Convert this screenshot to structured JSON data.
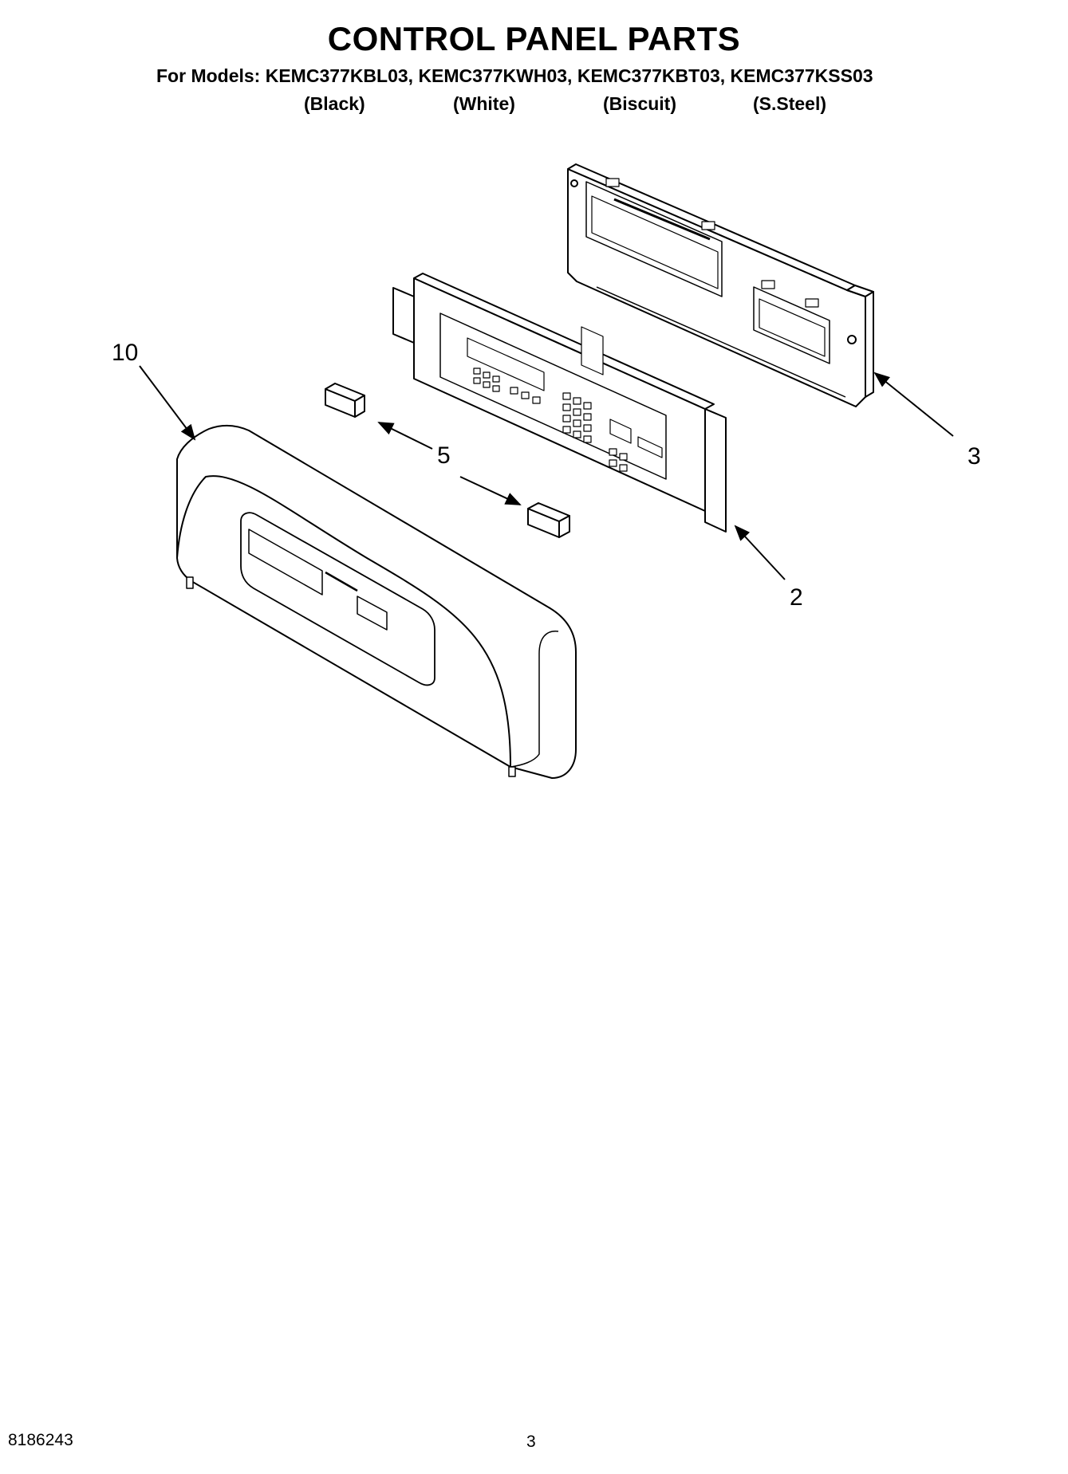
{
  "header": {
    "title": "CONTROL PANEL PARTS",
    "models_line": "For Models: KEMC377KBL03, KEMC377KWH03, KEMC377KBT03, KEMC377KSS03",
    "colors": [
      "(Black)",
      "(White)",
      "(Biscuit)",
      "(S.Steel)"
    ]
  },
  "callouts": {
    "part_10": "10",
    "part_5": "5",
    "part_3": "3",
    "part_2": "2"
  },
  "footer": {
    "doc_number": "8186243",
    "page_number": "3"
  }
}
